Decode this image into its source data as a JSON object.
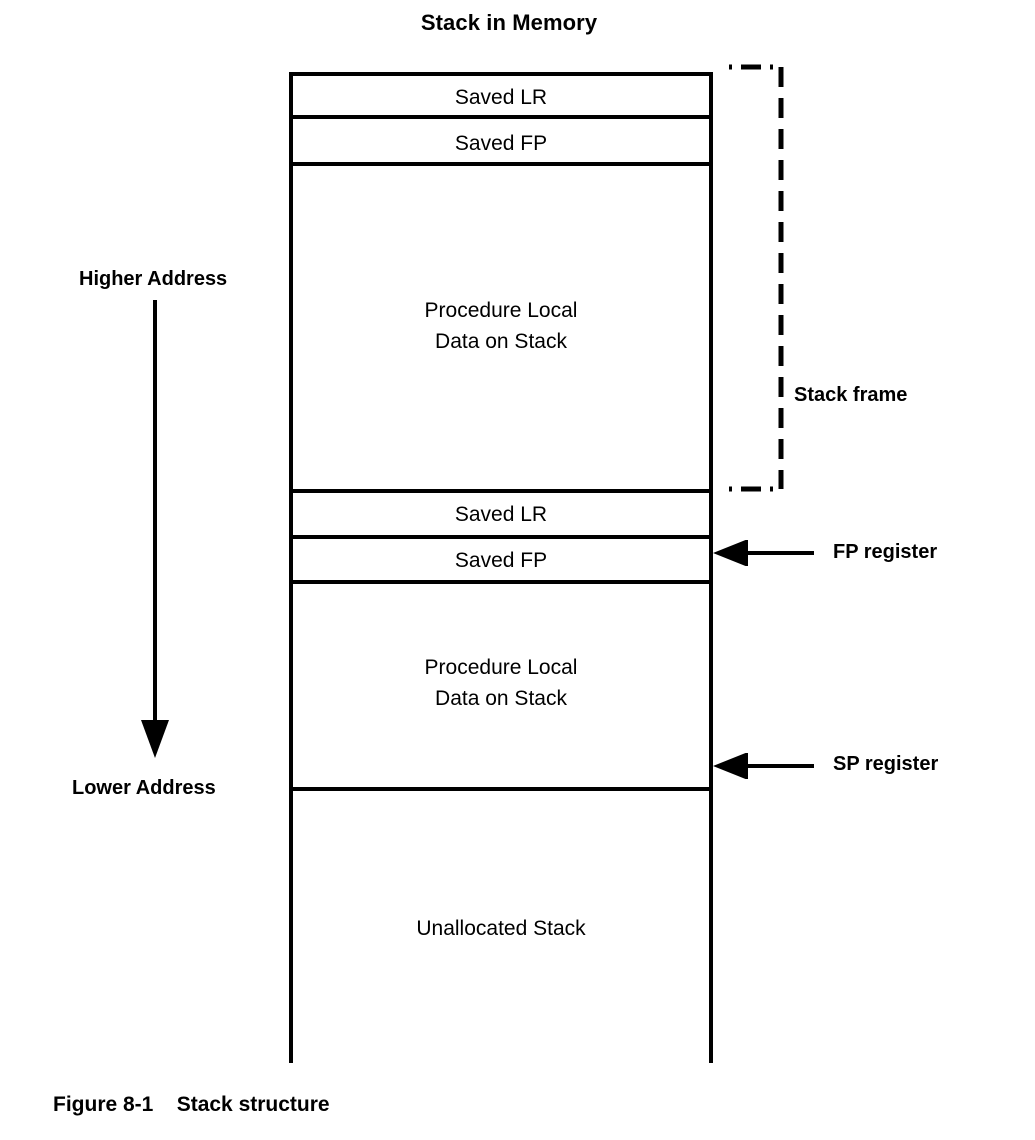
{
  "figure": {
    "title": "Stack in Memory",
    "caption_number": "Figure 8-1",
    "caption_text": "Stack structure",
    "caption_full": "Figure 8-1    Stack structure",
    "line_color": "#000000",
    "background_color": "#ffffff"
  },
  "address_axis": {
    "top_label": "Higher Address",
    "bottom_label": "Lower Address",
    "direction": "downward",
    "arrow_icon": "down-arrow-icon"
  },
  "stack": {
    "cells": [
      {
        "id": "saved-lr-outer",
        "label": "Saved LR"
      },
      {
        "id": "saved-fp-outer",
        "label": "Saved FP"
      },
      {
        "id": "procedure-local-outer",
        "label": "Procedure Local\nData on Stack"
      },
      {
        "id": "saved-lr-inner",
        "label": "Saved LR"
      },
      {
        "id": "saved-fp-inner",
        "label": "Saved FP"
      },
      {
        "id": "procedure-local-inner",
        "label": "Procedure Local\nData on Stack"
      },
      {
        "id": "unallocated-stack",
        "label": "Unallocated Stack"
      }
    ]
  },
  "annotations": {
    "stack_frame": {
      "label": "Stack frame",
      "style": "dashed-bracket",
      "spans_cells": [
        "saved-lr-outer",
        "saved-fp-outer",
        "procedure-local-outer"
      ]
    },
    "fp_register": {
      "label": "FP register",
      "arrow_icon": "left-arrow-icon",
      "points_at": "saved-fp-inner"
    },
    "sp_register": {
      "label": "SP register",
      "arrow_icon": "left-arrow-icon",
      "points_at": "unallocated-stack-top"
    }
  }
}
